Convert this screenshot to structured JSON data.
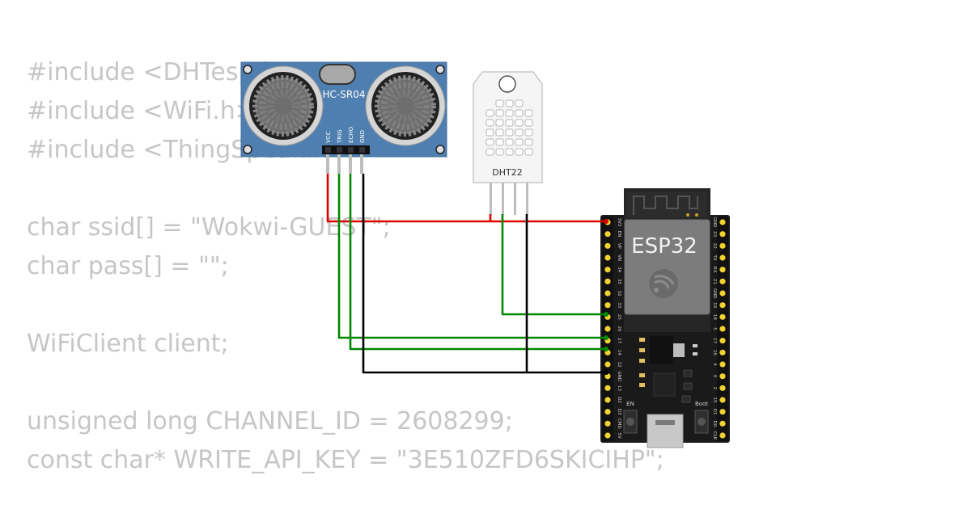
{
  "code_lines": [
    "#include <DHTesp.h>",
    "#include <WiFi.h>",
    "#include <ThingSpeak.h>",
    "",
    "char ssid[] = \"Wokwi-GUEST\";",
    "char pass[] = \"\";",
    "",
    "WiFiClient client;",
    "",
    "unsigned long CHANNEL_ID = 2608299;",
    "const char* WRITE_API_KEY = \"3E510ZFD6SKICIHP\";"
  ],
  "sensor": {
    "label": "HC-SR04",
    "pins": [
      "VCC",
      "TRIG",
      "ECHO",
      "GND"
    ]
  },
  "dht": {
    "label": "DHT22"
  },
  "board": {
    "label": "ESP32",
    "left_pins": [
      "3V3",
      "EN",
      "VP",
      "VN",
      "34",
      "35",
      "32",
      "33",
      "25",
      "26",
      "27",
      "14",
      "12",
      "GND",
      "13",
      "D2",
      "D3",
      "CMD",
      "5V"
    ],
    "right_pins": [
      "GND",
      "23",
      "22",
      "TX",
      "RX",
      "21",
      "GND",
      "19",
      "18",
      "5",
      "17",
      "16",
      "4",
      "0",
      "2",
      "15",
      "D1",
      "D0",
      "CLK"
    ],
    "en_label": "EN",
    "boot_label": "Boot"
  },
  "wire_colors": {
    "power": "#dd0000",
    "signal": "#008800",
    "ground": "#000000"
  }
}
